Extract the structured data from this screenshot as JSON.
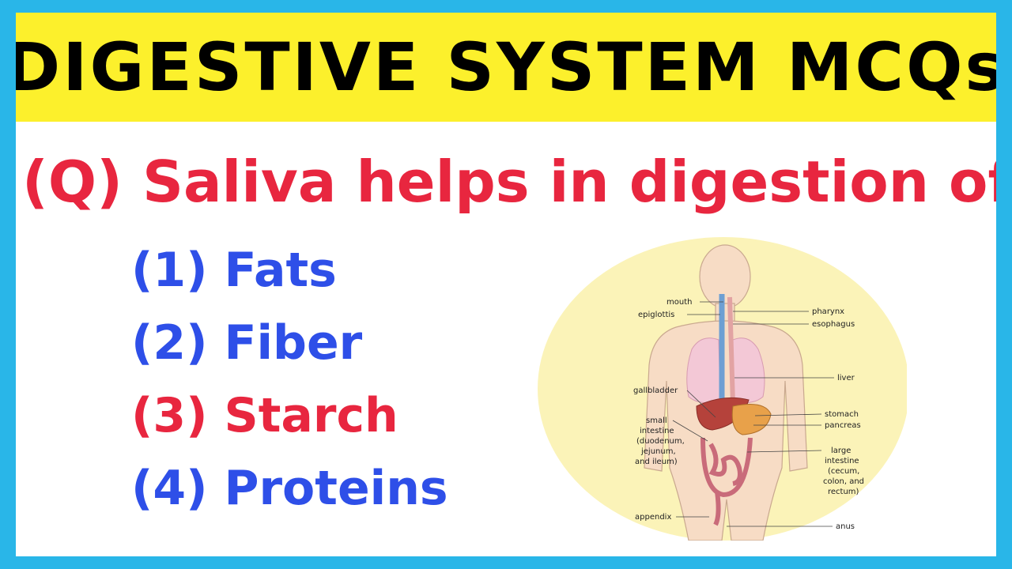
{
  "title": "DIGESTIVE SYSTEM MCQs",
  "question": "(Q) Saliva helps in digestion of?",
  "options": [
    {
      "label": "(1) Fats",
      "correct": false
    },
    {
      "label": "(2) Fiber",
      "correct": false
    },
    {
      "label": "(3) Starch",
      "correct": true
    },
    {
      "label": "(4) Proteins",
      "correct": false
    }
  ],
  "diagram": {
    "labels_left": [
      "mouth",
      "epiglottis",
      "gallbladder",
      "small",
      "intestine",
      "(duodenum,",
      "jejunum,",
      "and ileum)",
      "appendix"
    ],
    "labels_right": [
      "pharynx",
      "esophagus",
      "liver",
      "stomach",
      "pancreas",
      "large",
      "intestine",
      "(cecum,",
      "colon, and",
      "rectum)",
      "anus"
    ]
  },
  "colors": {
    "background_border": "#29b6e8",
    "banner": "#fcf02c",
    "question": "#e8263f",
    "option": "#2e4fe8",
    "correct_option": "#e8263f"
  }
}
